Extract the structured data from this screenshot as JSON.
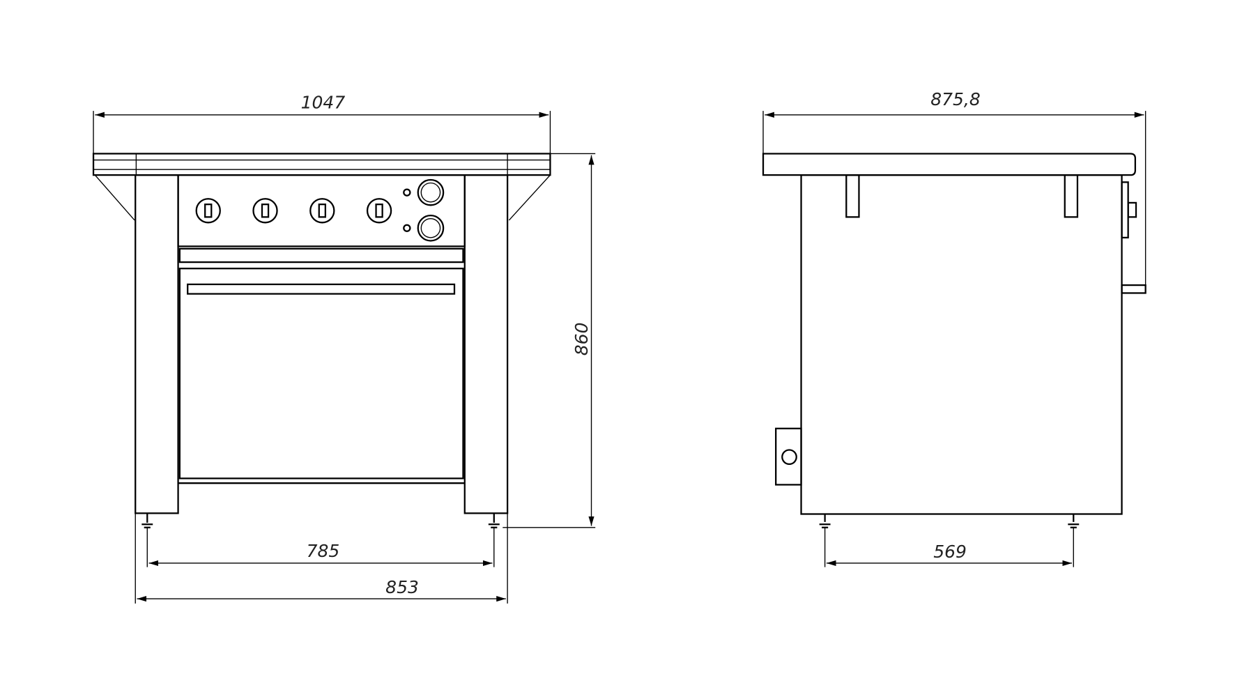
{
  "front_view": {
    "dims": {
      "overall_width": "1047",
      "height": "860",
      "leg_span_inner": "785",
      "leg_span_outer": "853"
    },
    "knob_count": 4,
    "control_knob_count": 2
  },
  "side_view": {
    "dims": {
      "overall_depth": "875,8",
      "leg_span": "569"
    }
  },
  "colors": {
    "line": "#000000",
    "background": "#ffffff"
  }
}
